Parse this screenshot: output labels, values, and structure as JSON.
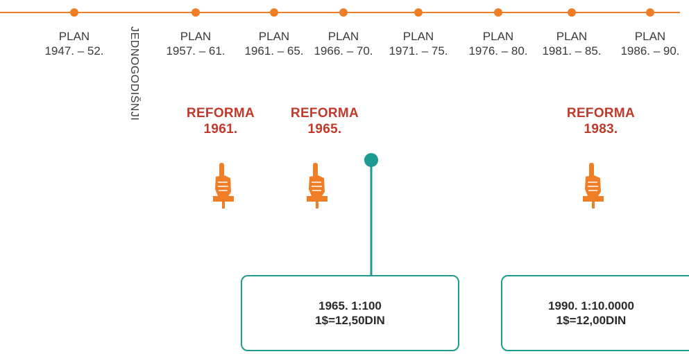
{
  "colors": {
    "accent": "#f07e26",
    "teal": "#1e9a95",
    "reform_text": "#c0392b",
    "text": "#3a3a3a"
  },
  "plans": [
    {
      "label": "PLAN",
      "years": "1947. – 52."
    },
    {
      "label": "PLAN",
      "years": "1957. – 61."
    },
    {
      "label": "PLAN",
      "years": "1961. – 65."
    },
    {
      "label": "PLAN",
      "years": "1966. – 70."
    },
    {
      "label": "PLAN",
      "years": "1971. – 75."
    },
    {
      "label": "PLAN",
      "years": "1976. – 80."
    },
    {
      "label": "PLAN",
      "years": "1981. – 85."
    },
    {
      "label": "PLAN",
      "years": "1986. – 90."
    }
  ],
  "one_year_plan": "JEDNOGODIŠNJI",
  "reforms": [
    {
      "label": "REFORMA",
      "year": "1961."
    },
    {
      "label": "REFORMA",
      "year": "1965."
    },
    {
      "label": "REFORMA",
      "year": "1983."
    }
  ],
  "boxes": [
    {
      "line1": "1965. 1:100",
      "line2": "1$=12,50DIN"
    },
    {
      "line1": "1990. 1:10.0000",
      "line2": "1$=12,00DIN"
    }
  ]
}
